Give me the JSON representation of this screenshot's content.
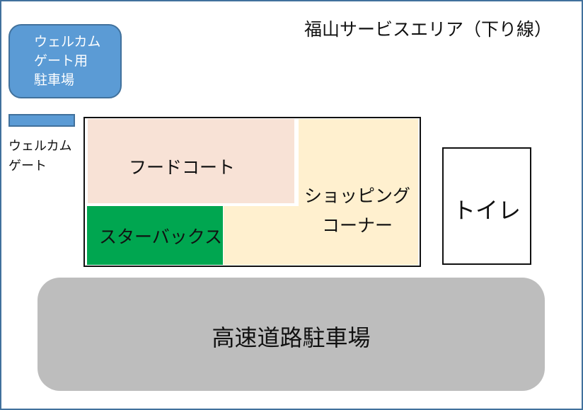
{
  "map": {
    "title": "福山サービスエリア（下り線）",
    "areas": {
      "welcome_gate_parking": "ウェルカム\nゲート用\n駐車場",
      "welcome_gate": "ウェルカム\nゲート",
      "food_court": "フードコート",
      "shopping_corner": "ショッピング\nコーナー",
      "starbucks": "スターバックス",
      "toilet": "トイレ",
      "highway_parking": "高速道路駐車場"
    }
  },
  "colors": {
    "frame_border": "#41719c",
    "welcome_blue": "#5b9bd5",
    "food_court": "#f8e2d6",
    "shopping_corner": "#fff0cf",
    "starbucks": "#00a650",
    "highway_parking": "#bdbdbd"
  }
}
